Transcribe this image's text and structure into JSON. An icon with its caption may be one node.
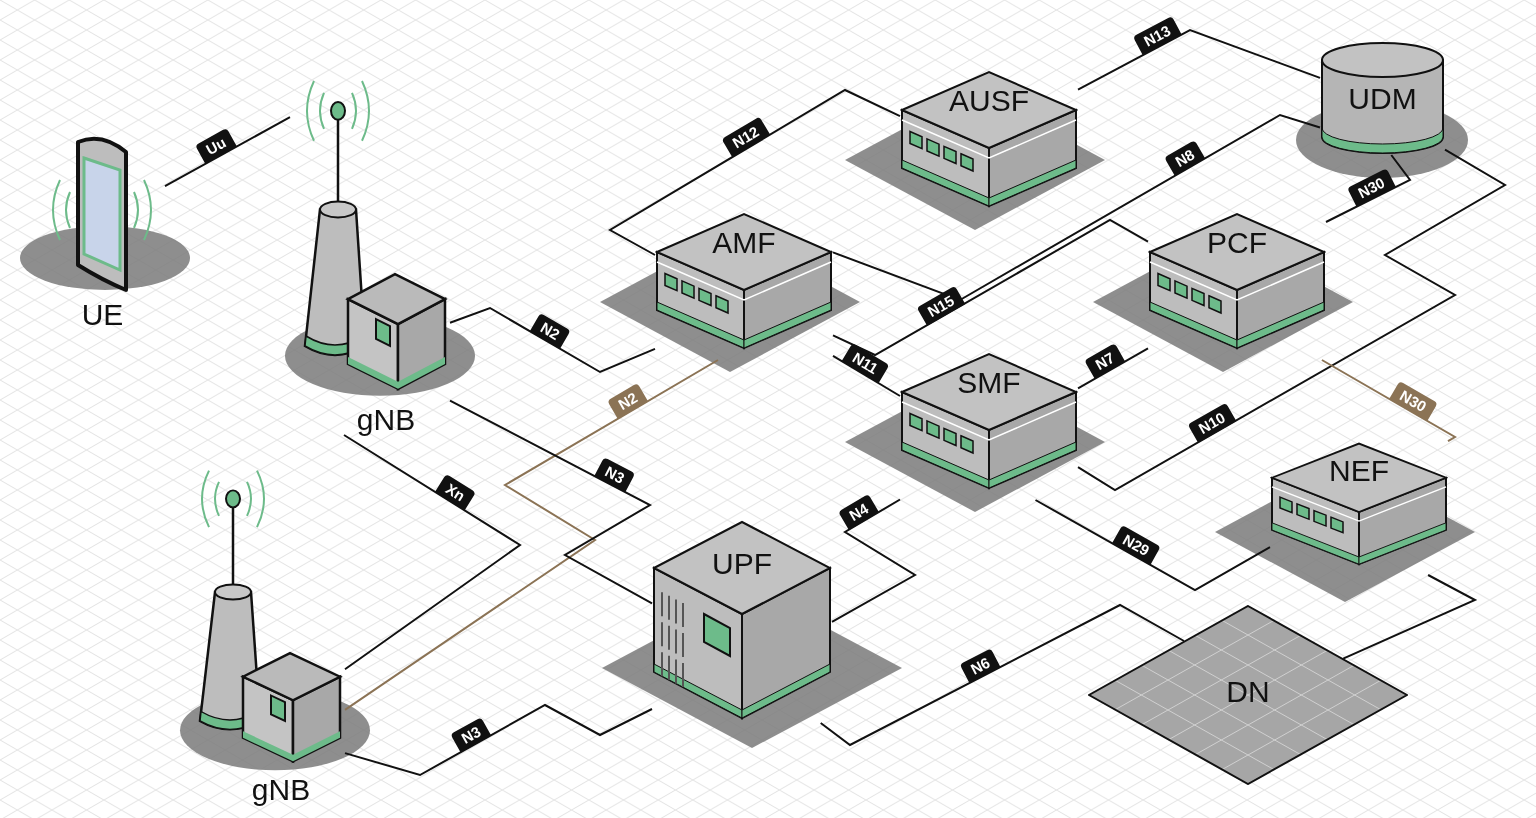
{
  "diagram": {
    "nodes": [
      {
        "text": [
          "UE"
        ]
      },
      {
        "text": [
          "gNB"
        ]
      },
      {
        "text": [
          "gNB"
        ]
      },
      {
        "text": [
          "AUSF"
        ]
      },
      {
        "text": [
          "UDM"
        ]
      },
      {
        "text": [
          "AMF"
        ]
      },
      {
        "text": [
          "PCF"
        ]
      },
      {
        "text": [
          "SMF"
        ]
      },
      {
        "text": [
          "NEF"
        ]
      },
      {
        "text": [
          "UPF"
        ]
      },
      {
        "text": [
          "DN"
        ]
      }
    ],
    "edges": [
      {
        "from": 0,
        "to": 1,
        "label": "Uu",
        "arrow": "none"
      },
      {
        "from": 1,
        "to": 5,
        "label": "N2",
        "arrow": "none"
      },
      {
        "from": 2,
        "to": 5,
        "label": "N2",
        "arrow": "none",
        "color": "#8b7355"
      },
      {
        "from": 1,
        "to": 2,
        "label": "Xn",
        "arrow": "none"
      },
      {
        "from": 1,
        "to": 9,
        "label": "N3",
        "arrow": "none"
      },
      {
        "from": 2,
        "to": 9,
        "label": "N3",
        "arrow": "none"
      },
      {
        "from": 5,
        "to": 3,
        "label": "N12",
        "arrow": "none"
      },
      {
        "from": 3,
        "to": 4,
        "label": "N13",
        "arrow": "none"
      },
      {
        "from": 5,
        "to": 4,
        "label": "N8",
        "arrow": "none"
      },
      {
        "from": 5,
        "to": 6,
        "label": "N15",
        "arrow": "none"
      },
      {
        "from": 5,
        "to": 7,
        "label": "N11",
        "arrow": "none"
      },
      {
        "from": 6,
        "to": 4,
        "label": "N30",
        "arrow": "none"
      },
      {
        "from": 7,
        "to": 6,
        "label": "N7",
        "arrow": "none"
      },
      {
        "from": 7,
        "to": 4,
        "label": "N10",
        "arrow": "none"
      },
      {
        "from": 6,
        "to": 8,
        "label": "N30",
        "arrow": "none",
        "color": "#8b7355"
      },
      {
        "from": 7,
        "to": 9,
        "label": "N4",
        "arrow": "none"
      },
      {
        "from": 7,
        "to": 8,
        "label": "N29",
        "arrow": "none"
      },
      {
        "from": 9,
        "to": 10,
        "label": "N6",
        "arrow": "none"
      },
      {
        "from": 8,
        "to": 10,
        "arrow": "none"
      }
    ]
  }
}
